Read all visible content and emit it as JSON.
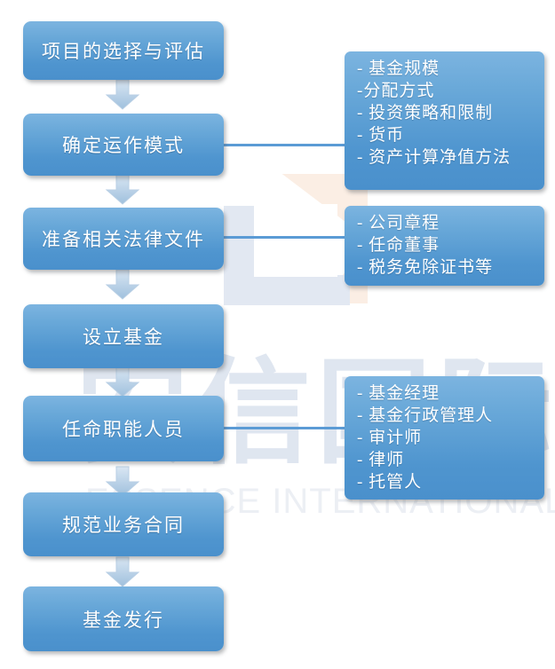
{
  "diagram": {
    "title_cjk_watermark": "安信国际",
    "title_latin_watermark": "ESSENCE INTERNATIONAL",
    "colors": {
      "box_fill_top": "#7cb4e0",
      "box_fill_bottom": "#4a90cc",
      "connector_line": "#5b9bd5",
      "arrow_fill": "#c6d9ec",
      "text": "#ffffff",
      "watermark_cjk": "#dfe6f0",
      "watermark_latin": "#eceff4",
      "watermark_logo_orange": "#fbeee4",
      "watermark_logo_blue": "#e2e8f2"
    },
    "steps": [
      {
        "id": "step-1",
        "label": "项目的选择与评估"
      },
      {
        "id": "step-2",
        "label": "确定运作模式"
      },
      {
        "id": "step-3",
        "label": "准备相关法律文件"
      },
      {
        "id": "step-4",
        "label": "设立基金"
      },
      {
        "id": "step-5",
        "label": "任命职能人员"
      },
      {
        "id": "step-6",
        "label": "规范业务合同"
      },
      {
        "id": "step-7",
        "label": "基金发行"
      }
    ],
    "details": [
      {
        "id": "detail-operating-model",
        "attached_to": "step-2",
        "items": [
          "- 基金规模",
          "-分配方式",
          "- 投资策略和限制",
          "- 货币",
          "- 资产计算净值方法"
        ]
      },
      {
        "id": "detail-legal-documents",
        "attached_to": "step-3",
        "items": [
          "- 公司章程",
          "- 任命董事",
          "- 税务免除证书等"
        ]
      },
      {
        "id": "detail-functionaries",
        "attached_to": "step-5",
        "items": [
          "- 基金经理",
          "- 基金行政管理人",
          "- 审计师",
          "- 律师",
          "- 托管人"
        ]
      }
    ],
    "arrows": [
      {
        "id": "arrow-1-2",
        "from": "step-1",
        "to": "step-2"
      },
      {
        "id": "arrow-2-3",
        "from": "step-2",
        "to": "step-3"
      },
      {
        "id": "arrow-3-4",
        "from": "step-3",
        "to": "step-4"
      },
      {
        "id": "arrow-4-5",
        "from": "step-4",
        "to": "step-5"
      },
      {
        "id": "arrow-5-6",
        "from": "step-5",
        "to": "step-6"
      },
      {
        "id": "arrow-6-7",
        "from": "step-6",
        "to": "step-7"
      }
    ]
  }
}
